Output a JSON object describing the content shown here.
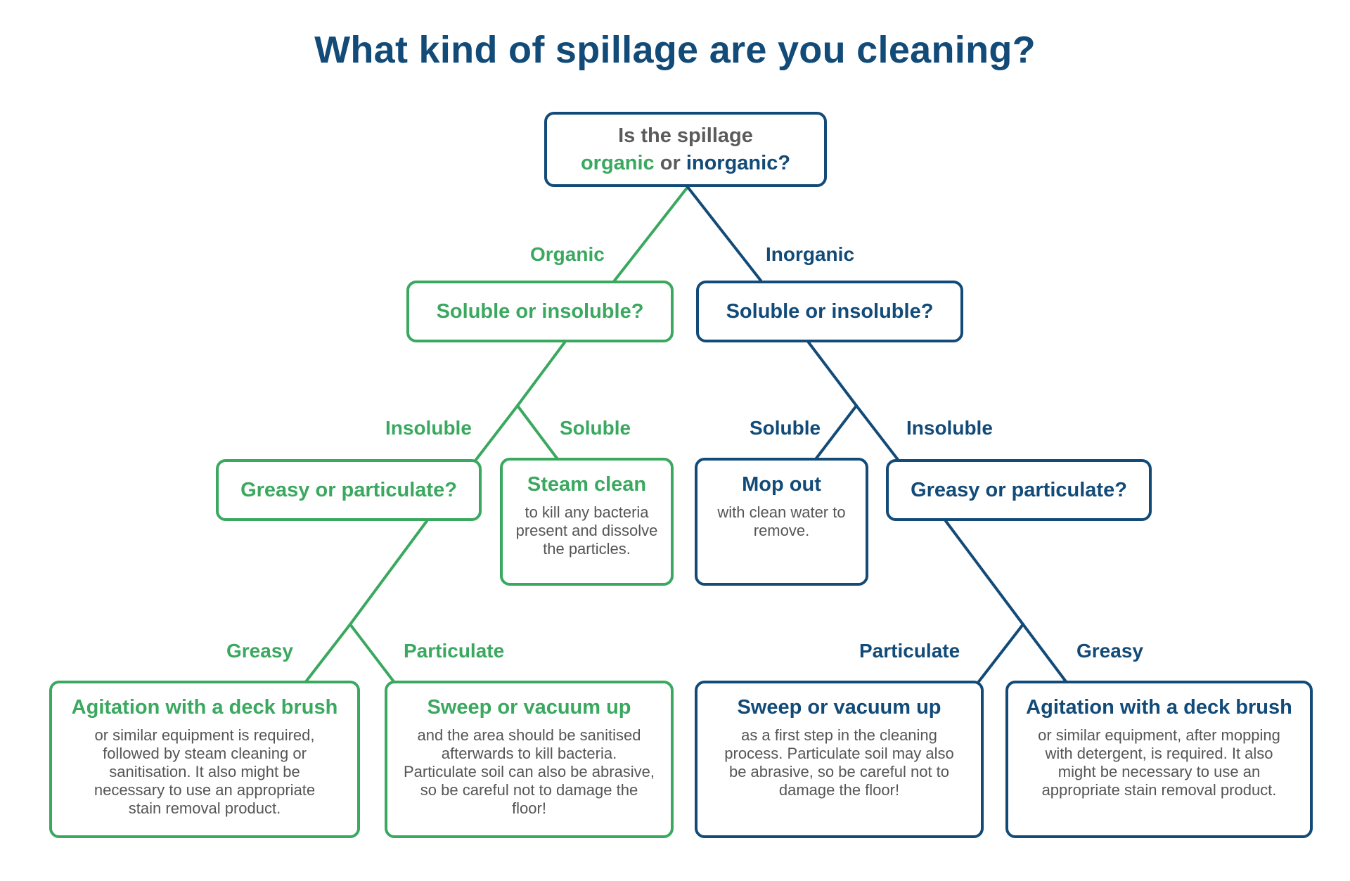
{
  "title": "What kind of spillage are you cleaning?",
  "colors": {
    "organic": "#3aa85f",
    "inorganic": "#124a78",
    "text_grey": "#5b5b5b"
  },
  "root": {
    "line1": "Is the spillage",
    "organic": "organic",
    "or": "or",
    "inorganic": "inorganic?"
  },
  "branch_labels": {
    "organic": "Organic",
    "inorganic": "Inorganic",
    "organic_insoluble": "Insoluble",
    "organic_soluble": "Soluble",
    "inorganic_soluble": "Soluble",
    "inorganic_insoluble": "Insoluble",
    "organic_greasy": "Greasy",
    "organic_particulate": "Particulate",
    "inorganic_particulate": "Particulate",
    "inorganic_greasy": "Greasy"
  },
  "questions": {
    "organic_soluble_q": "Soluble or insoluble?",
    "inorganic_soluble_q": "Soluble or insoluble?",
    "organic_greasy_q": "Greasy or particulate?",
    "inorganic_greasy_q": "Greasy or particulate?"
  },
  "outcomes": {
    "steam_clean": {
      "heading": "Steam clean",
      "desc": "to kill any bacteria present and  dissolve the particles."
    },
    "mop_out": {
      "heading": "Mop out",
      "desc": "with clean water to remove."
    },
    "organic_greasy": {
      "heading": "Agitation with a deck brush",
      "desc": "or similar equipment is required, followed by steam cleaning or sanitisation. It also might be necessary to use an appropriate stain removal product."
    },
    "organic_particulate": {
      "heading": "Sweep or vacuum up",
      "desc": "and the area should be sanitised afterwards to kill bacteria. Particulate soil can also be abrasive, so be careful not to damage the floor!"
    },
    "inorganic_particulate": {
      "heading": "Sweep or vacuum up",
      "desc": "as a first step in the cleaning process. Particulate soil may also be abrasive, so be careful not to damage the floor!"
    },
    "inorganic_greasy": {
      "heading": "Agitation with a deck brush",
      "desc": "or similar equipment, after mopping with detergent, is required. It also might be necessary to use an appropriate stain removal product."
    }
  }
}
